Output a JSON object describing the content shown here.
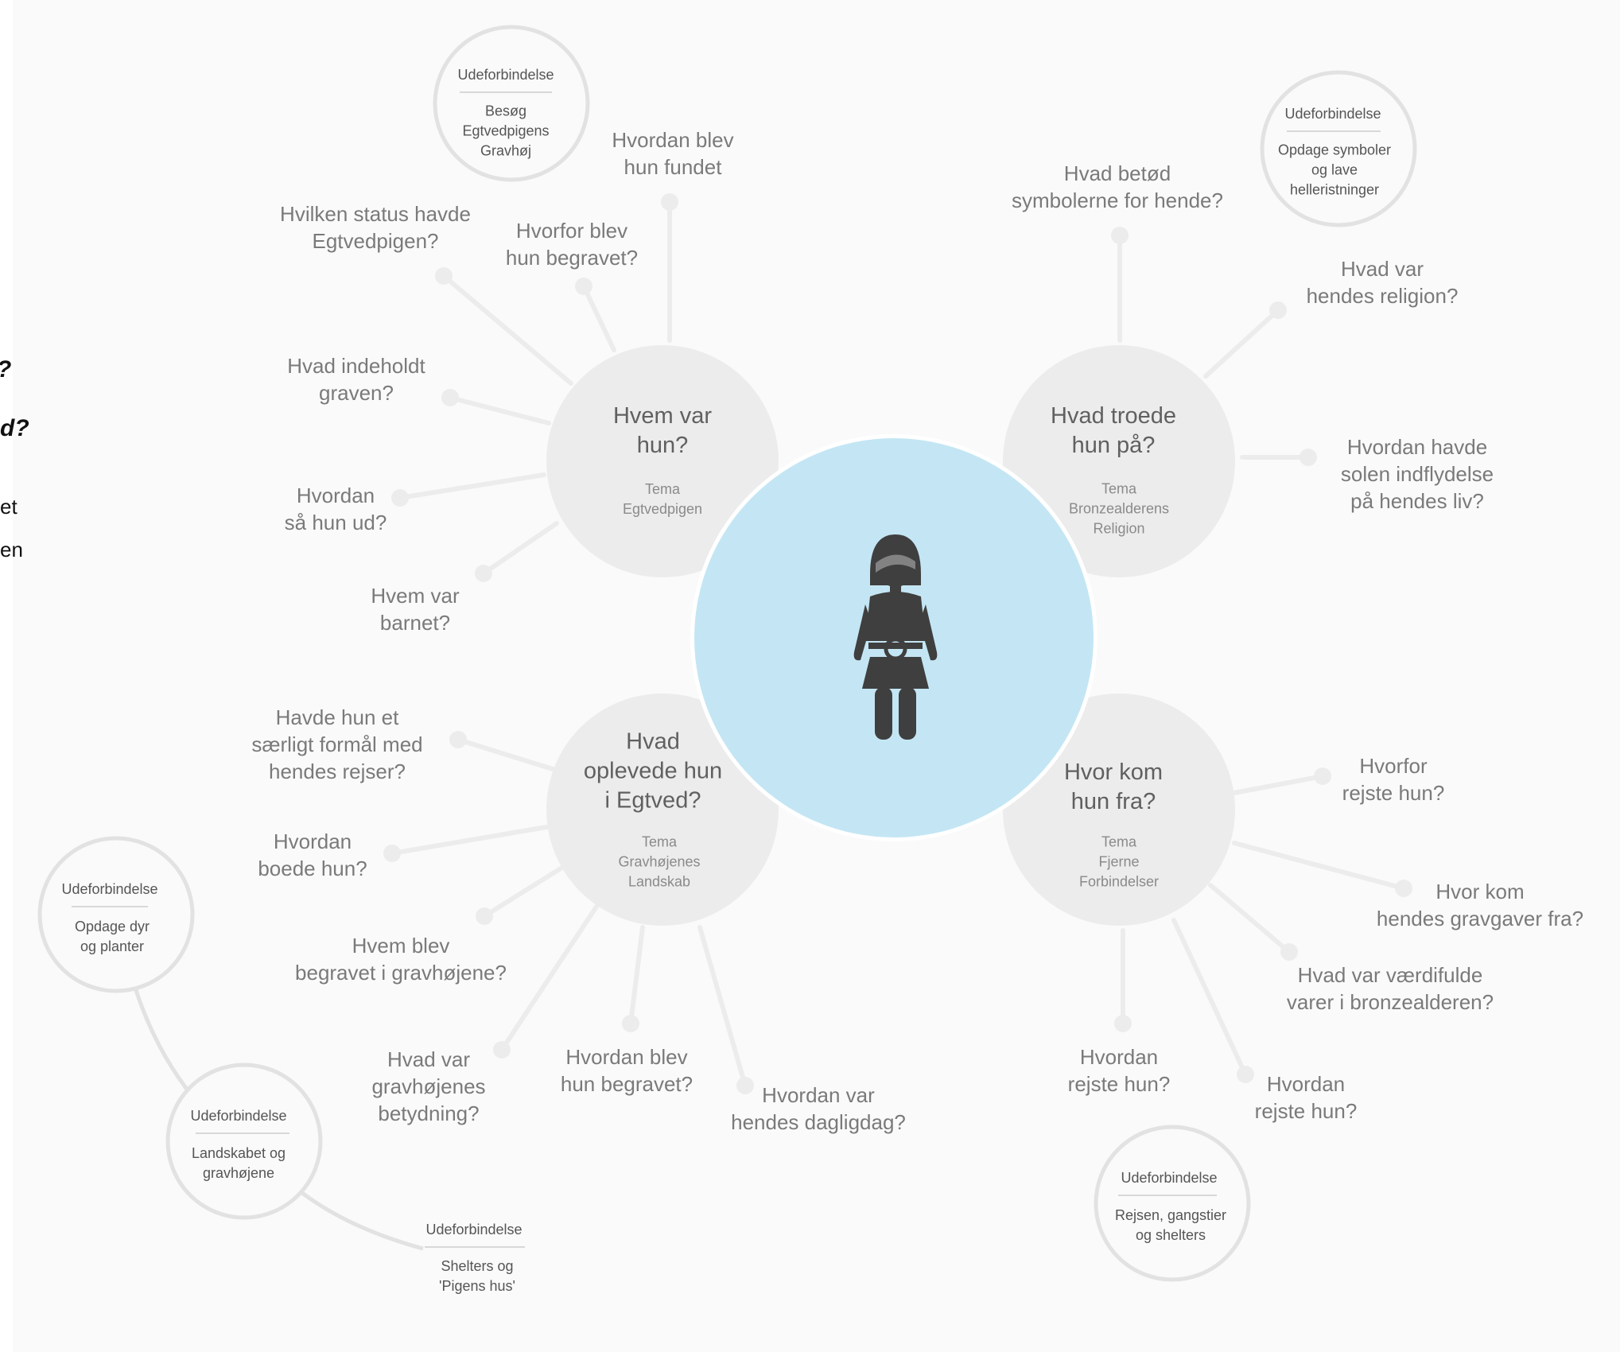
{
  "left_edge_fragments": [
    "?",
    "d?",
    "et",
    "en"
  ],
  "center_icon": "woman-icon",
  "themes": [
    {
      "id": "hvem-var-hun",
      "title": [
        "Hvem var",
        "hun?"
      ],
      "label": [
        "Tema",
        "Egtvedpigen"
      ]
    },
    {
      "id": "hvad-troede",
      "title": [
        "Hvad troede",
        "hun på?"
      ],
      "label": [
        "Tema",
        "Bronzealderens",
        "Religion"
      ]
    },
    {
      "id": "hvad-oplevede",
      "title": [
        "Hvad",
        "oplevede hun",
        "i Egtved?"
      ],
      "label": [
        "Tema",
        "Gravhøjenes",
        "Landskab"
      ]
    },
    {
      "id": "hvor-kom",
      "title": [
        "Hvor kom",
        "hun fra?"
      ],
      "label": [
        "Tema",
        "Fjerne",
        "Forbindelser"
      ]
    }
  ],
  "questions": [
    {
      "id": "q-hvordan-fundet",
      "lines": [
        "Hvordan blev",
        "hun fundet"
      ]
    },
    {
      "id": "q-hvorfor-begravet",
      "lines": [
        "Hvorfor blev",
        "hun begravet?"
      ]
    },
    {
      "id": "q-status",
      "lines": [
        "Hvilken status havde",
        "Egtvedpigen?"
      ]
    },
    {
      "id": "q-graven",
      "lines": [
        "Hvad indeholdt",
        "graven?"
      ]
    },
    {
      "id": "q-saa-hun-ud",
      "lines": [
        "Hvordan",
        "så hun ud?"
      ]
    },
    {
      "id": "q-barnet",
      "lines": [
        "Hvem var",
        "barnet?"
      ]
    },
    {
      "id": "q-symbolerne",
      "lines": [
        "Hvad betød",
        "symbolerne for hende?"
      ]
    },
    {
      "id": "q-religion",
      "lines": [
        "Hvad var",
        "hendes religion?"
      ]
    },
    {
      "id": "q-solen",
      "lines": [
        "Hvordan havde",
        "solen indflydelse",
        "på hendes liv?"
      ]
    },
    {
      "id": "q-formaal",
      "lines": [
        "Havde hun et",
        "særligt formål med",
        "hendes rejser?"
      ]
    },
    {
      "id": "q-boede",
      "lines": [
        "Hvordan",
        "boede hun?"
      ]
    },
    {
      "id": "q-gravhoejene",
      "lines": [
        "Hvem blev",
        "begravet i gravhøjene?"
      ]
    },
    {
      "id": "q-betydning",
      "lines": [
        "Hvad var",
        "gravhøjenes",
        "betydning?"
      ]
    },
    {
      "id": "q-hun-begravet",
      "lines": [
        "Hvordan blev",
        "hun begravet?"
      ]
    },
    {
      "id": "q-dagligdag",
      "lines": [
        "Hvordan var",
        "hendes dagligdag?"
      ]
    },
    {
      "id": "q-hvorfor-rejste",
      "lines": [
        "Hvorfor",
        "rejste hun?"
      ]
    },
    {
      "id": "q-gravgaver",
      "lines": [
        "Hvor kom",
        "hendes gravgaver fra?"
      ]
    },
    {
      "id": "q-vaerdifulde",
      "lines": [
        "Hvad var værdifulde",
        "varer i bronzealderen?"
      ]
    },
    {
      "id": "q-rejste-1",
      "lines": [
        "Hvordan",
        "rejste hun?"
      ]
    },
    {
      "id": "q-rejste-2",
      "lines": [
        "Hvordan",
        "rejste hun?"
      ]
    }
  ],
  "outdoor_connections": [
    {
      "id": "ud-gravhoej",
      "head": "Udeforbindelse",
      "body": [
        "Besøg",
        "Egtvedpigens",
        "Gravhøj"
      ]
    },
    {
      "id": "ud-symboler",
      "head": "Udeforbindelse",
      "body": [
        "Opdage symboler",
        "og lave",
        "helleristninger"
      ]
    },
    {
      "id": "ud-dyr",
      "head": "Udeforbindelse",
      "body": [
        "Opdage dyr",
        "og planter"
      ]
    },
    {
      "id": "ud-landskabet",
      "head": "Udeforbindelse",
      "body": [
        "Landskabet og",
        "gravhøjene"
      ]
    },
    {
      "id": "ud-shelters",
      "head": "Udeforbindelse",
      "body": [
        "Shelters og",
        "'Pigens hus'"
      ]
    },
    {
      "id": "ud-rejsen",
      "head": "Udeforbindelse",
      "body": [
        "Rejsen, gangstier",
        "og shelters"
      ]
    }
  ],
  "colors": {
    "center_circle": "#bce3f2",
    "theme_circle": "#ececec",
    "connector": "#ececec",
    "outdoor_ring": "#e2e2e2",
    "icon": "#3f3f3f"
  }
}
